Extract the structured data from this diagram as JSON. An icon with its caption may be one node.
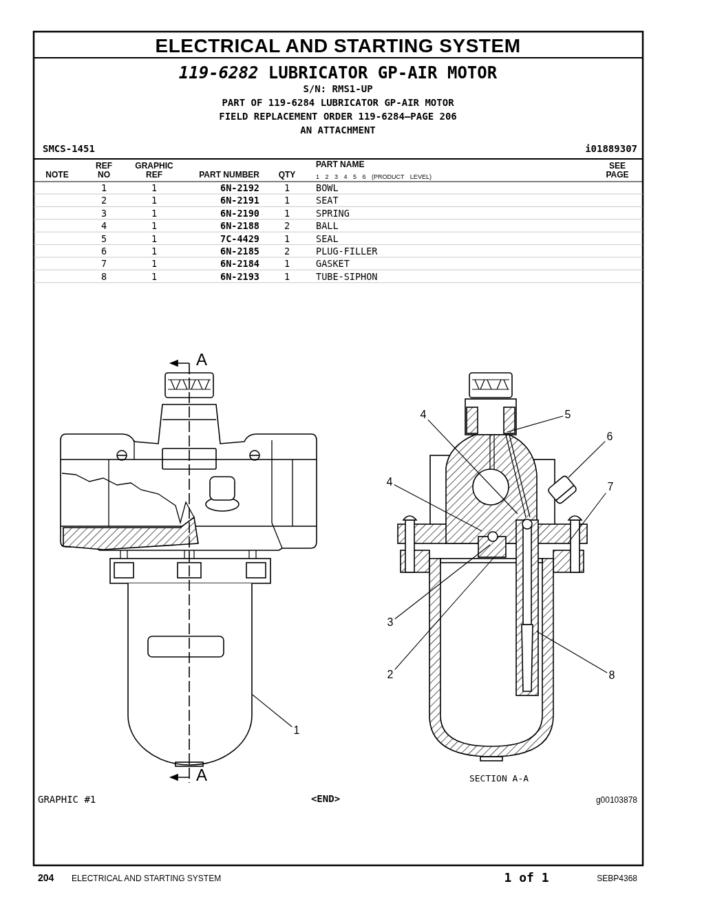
{
  "diagram": {
    "title": "ELECTRICAL AND STARTING SYSTEM",
    "nodes": [
      {
        "text": [
          "1"
        ]
      },
      {
        "text": [
          "4"
        ]
      },
      {
        "text": [
          "5"
        ]
      },
      {
        "text": [
          "6"
        ]
      },
      {
        "text": [
          "4"
        ]
      },
      {
        "text": [
          "7"
        ]
      },
      {
        "text": [
          "3"
        ]
      },
      {
        "text": [
          "2"
        ]
      },
      {
        "text": [
          "8"
        ]
      }
    ],
    "edges": [
      {
        "from": 0,
        "to": null,
        "arrow": "none"
      },
      {
        "from": 1,
        "to": null,
        "arrow": "none"
      },
      {
        "from": 2,
        "to": null,
        "arrow": "none"
      },
      {
        "from": 3,
        "to": null,
        "arrow": "none"
      },
      {
        "from": 4,
        "to": null,
        "arrow": "none"
      },
      {
        "from": 5,
        "to": null,
        "arrow": "none"
      },
      {
        "from": 6,
        "to": null,
        "arrow": "none"
      },
      {
        "from": 7,
        "to": null,
        "arrow": "none"
      },
      {
        "from": 8,
        "to": null,
        "arrow": "none"
      }
    ],
    "labels": [
      "*119-6282* LUBRICATOR GP-AIR MOTOR",
      "S/N: RMS1-UP",
      "PART OF 119-6284 LUBRICATOR GP-AIR MOTOR",
      "FIELD REPLACEMENT ORDER 119-6284—PAGE 206",
      "AN ATTACHMENT",
      "SMCS-1451",
      "i01889307",
      "NOTE",
      "REF NO",
      "GRAPHIC REF",
      "PART NUMBER",
      "QTY",
      "PART NAME",
      "1 2 3 4 5 6 (PRODUCT LEVEL)",
      "SEE PAGE",
      "1",
      "1",
      "6N-2192",
      "1",
      "BOWL",
      "2",
      "1",
      "6N-2191",
      "1",
      "SEAT",
      "3",
      "1",
      "6N-2190",
      "1",
      "SPRING",
      "4",
      "1",
      "6N-2188",
      "2",
      "BALL",
      "5",
      "1",
      "7C-4429",
      "1",
      "SEAL",
      "6",
      "1",
      "6N-2185",
      "2",
      "PLUG-FILLER",
      "7",
      "1",
      "6N-2184",
      "1",
      "GASKET",
      "8",
      "1",
      "6N-2193",
      "1",
      "TUBE-SIPHON",
      "A",
      "A",
      "SECTION A-A",
      "GRAPHIC #1",
      "<END>",
      "g00103878",
      "204",
      "ELECTRICAL AND STARTING SYSTEM",
      "1 of 1",
      "SEBP4368"
    ]
  }
}
